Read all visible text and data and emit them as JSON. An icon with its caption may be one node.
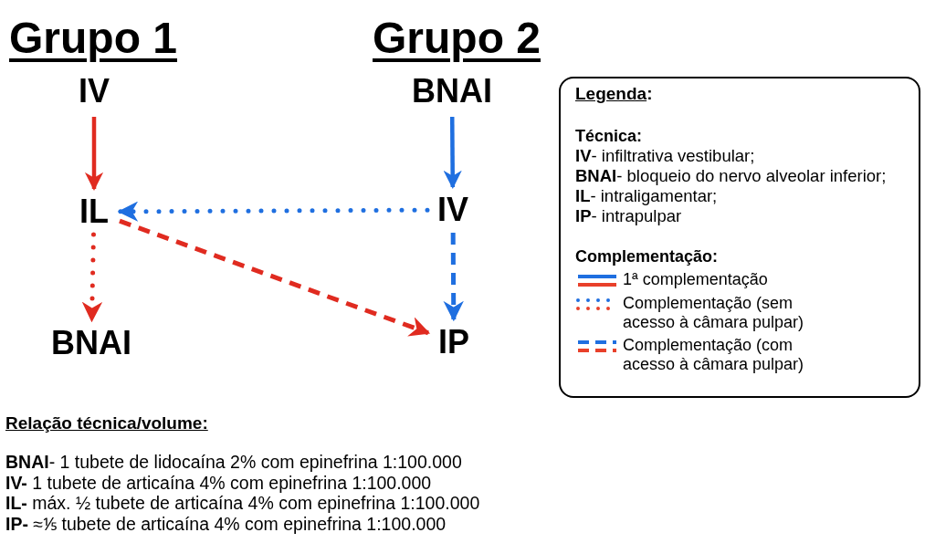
{
  "diagram": {
    "nodes": [
      {
        "text": [
          "IV"
        ]
      },
      {
        "text": [
          "IL"
        ]
      },
      {
        "text": [
          "BNAI"
        ]
      },
      {
        "text": [
          "BNAI"
        ]
      },
      {
        "text": [
          "IV"
        ]
      },
      {
        "text": [
          "IP"
        ]
      }
    ],
    "edges": [
      {
        "from": 0,
        "to": 1,
        "arrow": "to",
        "color": "#e02b20"
      },
      {
        "from": 1,
        "to": 2,
        "arrow": "to",
        "style": "dashed",
        "color": "#e02b20"
      },
      {
        "from": 3,
        "to": 4,
        "arrow": "to",
        "color": "#1f6fe0"
      },
      {
        "from": 4,
        "to": 5,
        "arrow": "to",
        "style": "dashed",
        "color": "#1f6fe0"
      },
      {
        "from": 4,
        "to": 1,
        "arrow": "to",
        "style": "dashed",
        "color": "#1f6fe0"
      },
      {
        "from": 1,
        "to": 5,
        "arrow": "to",
        "style": "dashed",
        "color": "#e02b20"
      }
    ],
    "labels": [
      "Grupo 1",
      "Grupo 2",
      "Legenda:",
      "Técnica:",
      "**IV**- infiltrativa vestibular;",
      "**BNAI**- bloqueio do nervo alveolar inferior;",
      "**IL**- intraligamentar;",
      "**IP**- intrapulpar",
      "Complementação:",
      "Relação técnica/volume:",
      "**BNAI**- 1 tubete de lidocaína 2% com epinefrina 1:100.000",
      "**IV-** 1 tubete de articaína 4% com epinefrina 1:100.000",
      "**IL-** máx. ½ tubete de articaína 4% com epinefrina 1:100.000",
      "**IP-** ≈⅕ tubete de articaína 4% com epinefrina 1:100.000"
    ],
    "legend": [
      {
        "text": "1ª complementação"
      },
      {
        "text": "Complementação (sem acesso à câmara pulpar)"
      },
      {
        "text": "Complementação (com acesso à câmara pulpar)"
      }
    ]
  }
}
